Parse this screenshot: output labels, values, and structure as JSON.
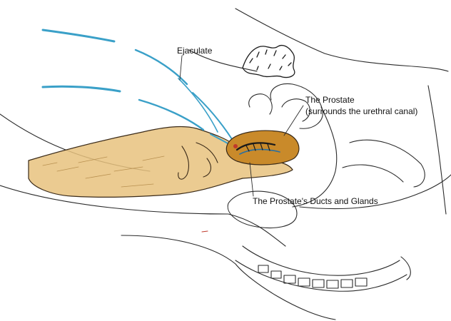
{
  "labels": {
    "ejaculate": "Ejaculate",
    "prostate_line1": "The Prostate",
    "prostate_line2": "(surrounds the urethral canal)",
    "ducts": "The Prostate's Ducts and Glands"
  },
  "colors": {
    "skin": "#e8c27e",
    "prostate": "#c98a2a",
    "ejaculate": "#3aa0c8",
    "outline": "#2a2a2a",
    "accent": "#c0392b"
  }
}
